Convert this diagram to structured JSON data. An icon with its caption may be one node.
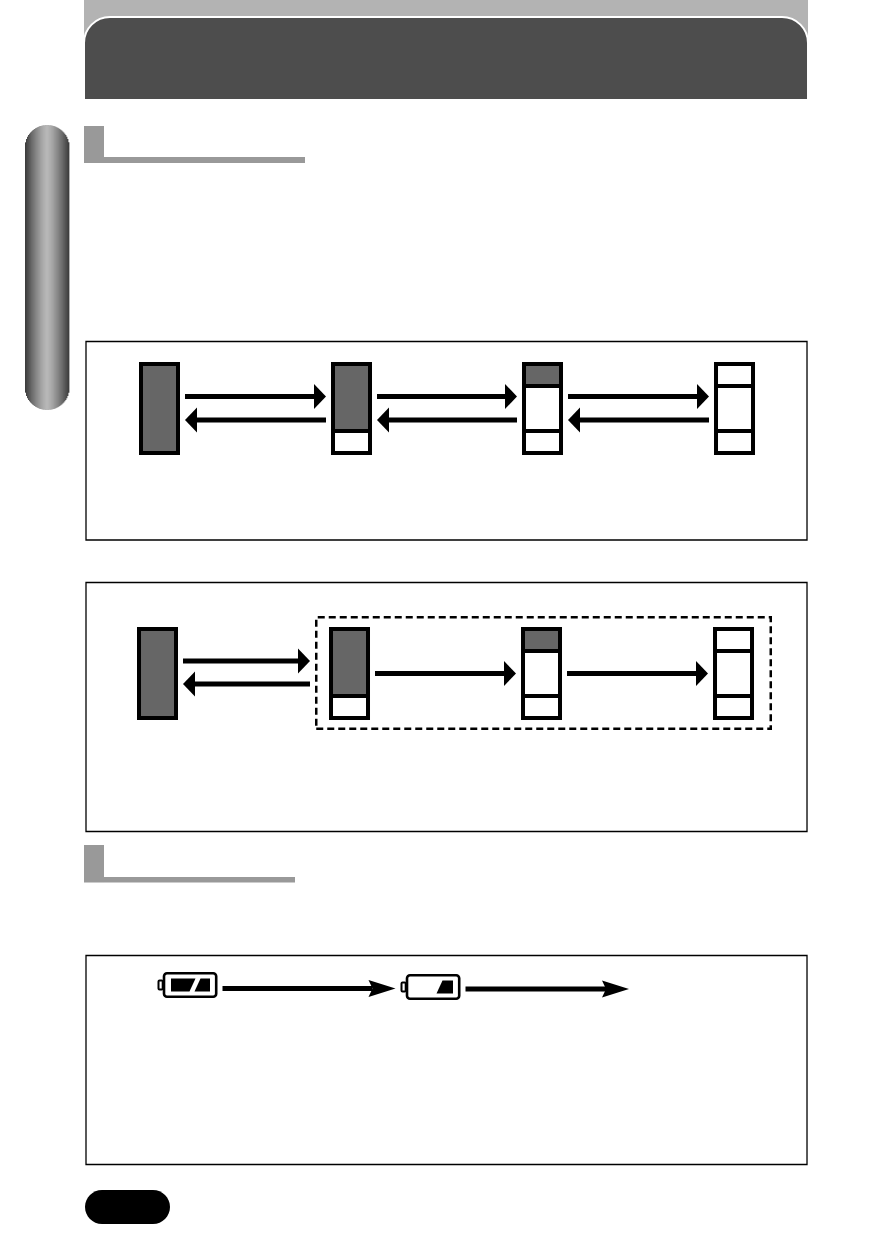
{
  "diagram": {
    "nodes": [
      {
        "text": [],
        "shape": "bar"
      },
      {
        "text": [],
        "shape": "bar"
      },
      {
        "text": [],
        "shape": "bar"
      },
      {
        "text": [],
        "shape": "bar"
      },
      {
        "text": [],
        "shape": "bar"
      },
      {
        "text": [],
        "shape": "box"
      },
      {
        "text": [],
        "shape": "bar",
        "in": 5
      },
      {
        "text": [],
        "shape": "bar",
        "in": 5
      },
      {
        "text": [],
        "shape": "bar",
        "in": 5
      },
      {
        "text": [],
        "shape": "battery"
      },
      {
        "text": [],
        "shape": "battery"
      }
    ],
    "edges": [
      {
        "from": 0,
        "to": 1,
        "arrow": "to"
      },
      {
        "from": 1,
        "to": 0,
        "arrow": "to"
      },
      {
        "from": 1,
        "to": 2,
        "arrow": "to"
      },
      {
        "from": 2,
        "to": 1,
        "arrow": "to"
      },
      {
        "from": 2,
        "to": 3,
        "arrow": "to"
      },
      {
        "from": 3,
        "to": 2,
        "arrow": "to"
      },
      {
        "from": 4,
        "to": 5,
        "arrow": "to"
      },
      {
        "from": 5,
        "to": 4,
        "arrow": "to"
      },
      {
        "from": 6,
        "to": 7,
        "arrow": "to"
      },
      {
        "from": 7,
        "to": 8,
        "arrow": "to"
      },
      {
        "from": 9,
        "to": 10,
        "arrow": "to"
      },
      {
        "from": 10,
        "to": null,
        "arrow": "to"
      }
    ]
  }
}
